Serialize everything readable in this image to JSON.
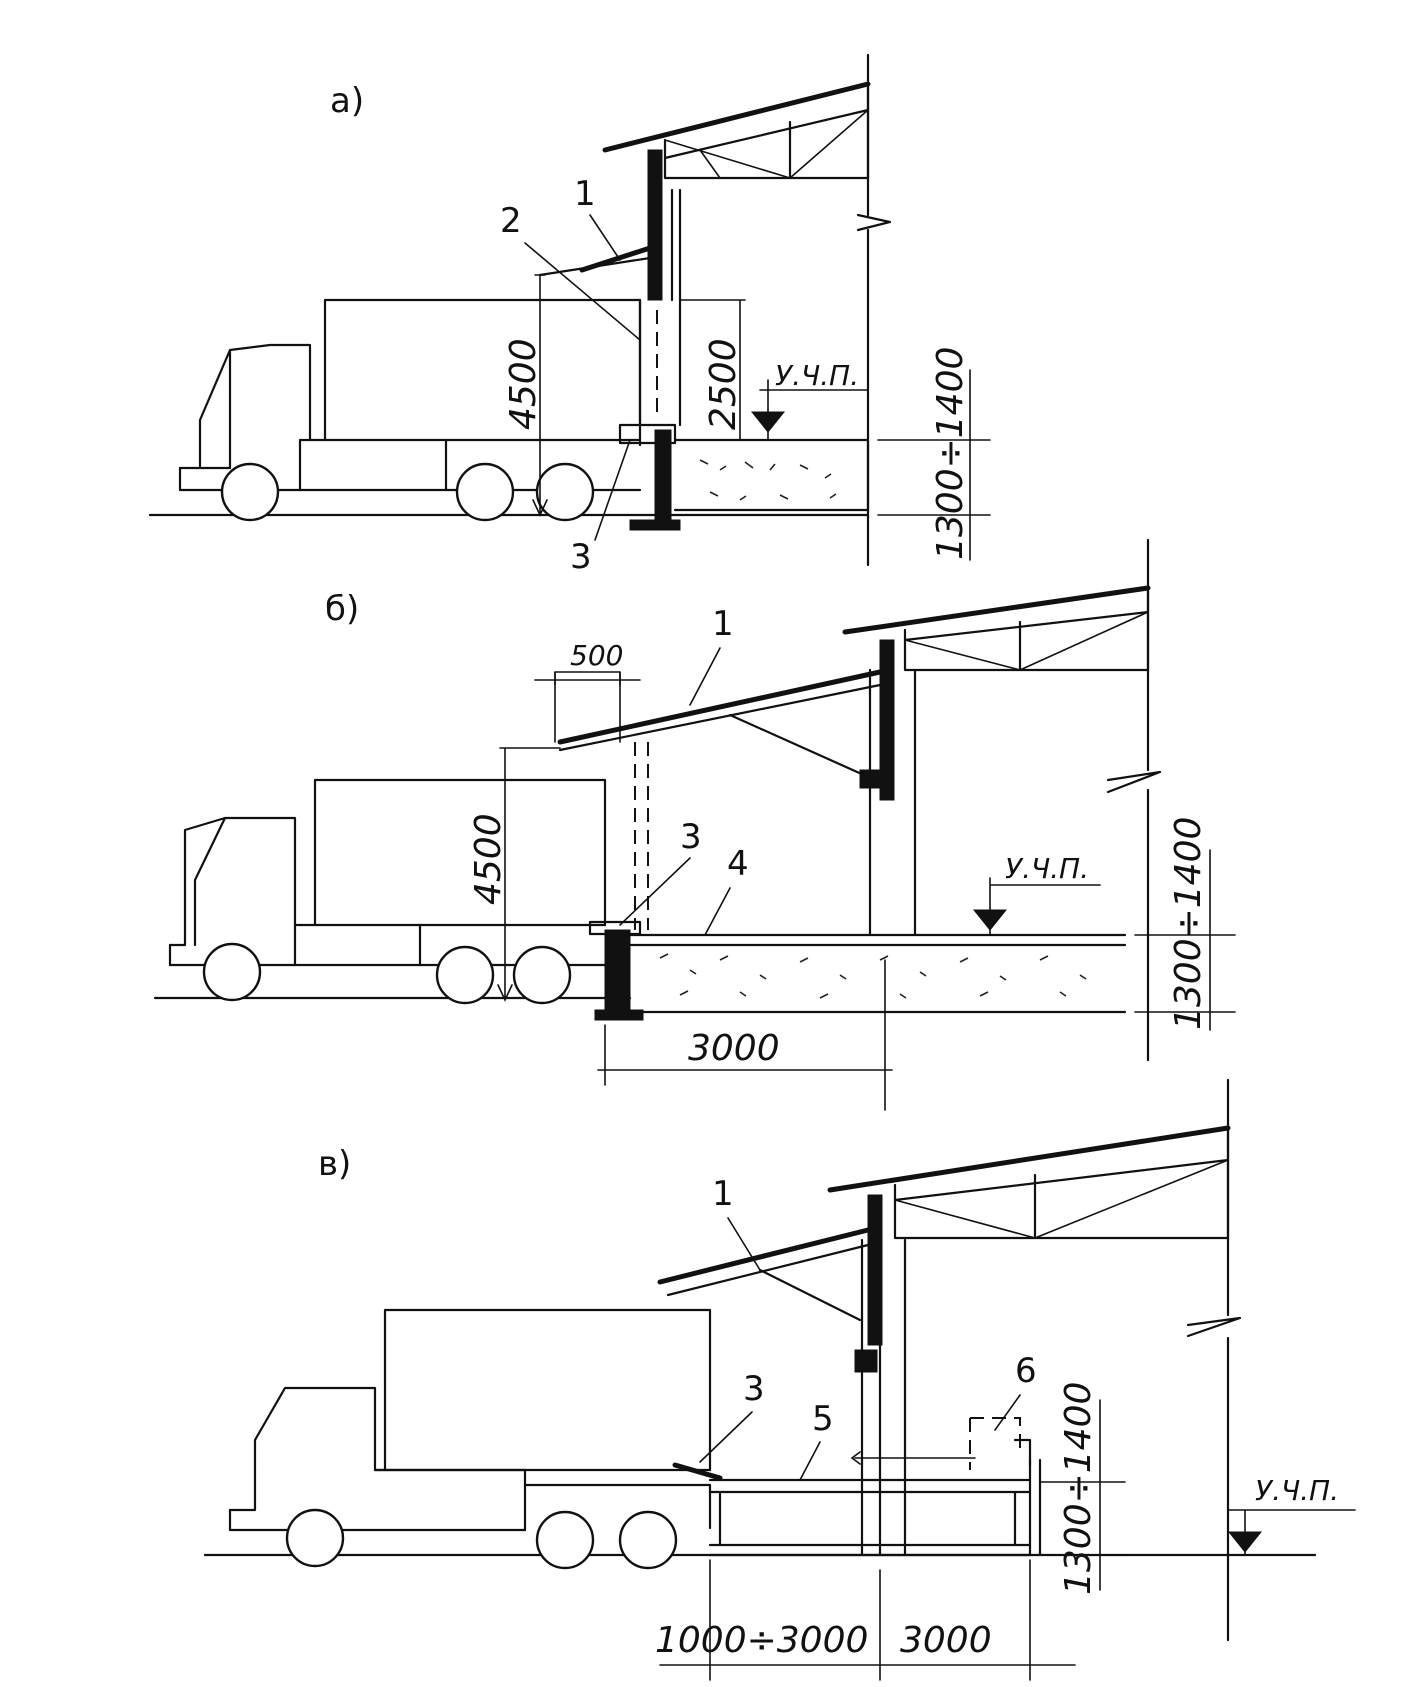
{
  "panels": [
    {
      "letter": "а)",
      "callouts": [
        "1",
        "2",
        "3"
      ],
      "dims": {
        "height": "4500",
        "door": "2500",
        "platform": "1300÷1400"
      },
      "level_label": "У.Ч.П."
    },
    {
      "letter": "б)",
      "callouts": [
        "1",
        "3",
        "4"
      ],
      "dims": {
        "overhang": "500",
        "height": "4500",
        "platform": "1300÷1400",
        "ramp": "3000"
      },
      "level_label": "У.Ч.П."
    },
    {
      "letter": "в)",
      "callouts": [
        "1",
        "3",
        "5",
        "6"
      ],
      "dims": {
        "platform": "1300÷1400",
        "approach": "1000÷3000",
        "ramp": "3000"
      },
      "level_label": "У.Ч.П."
    }
  ]
}
